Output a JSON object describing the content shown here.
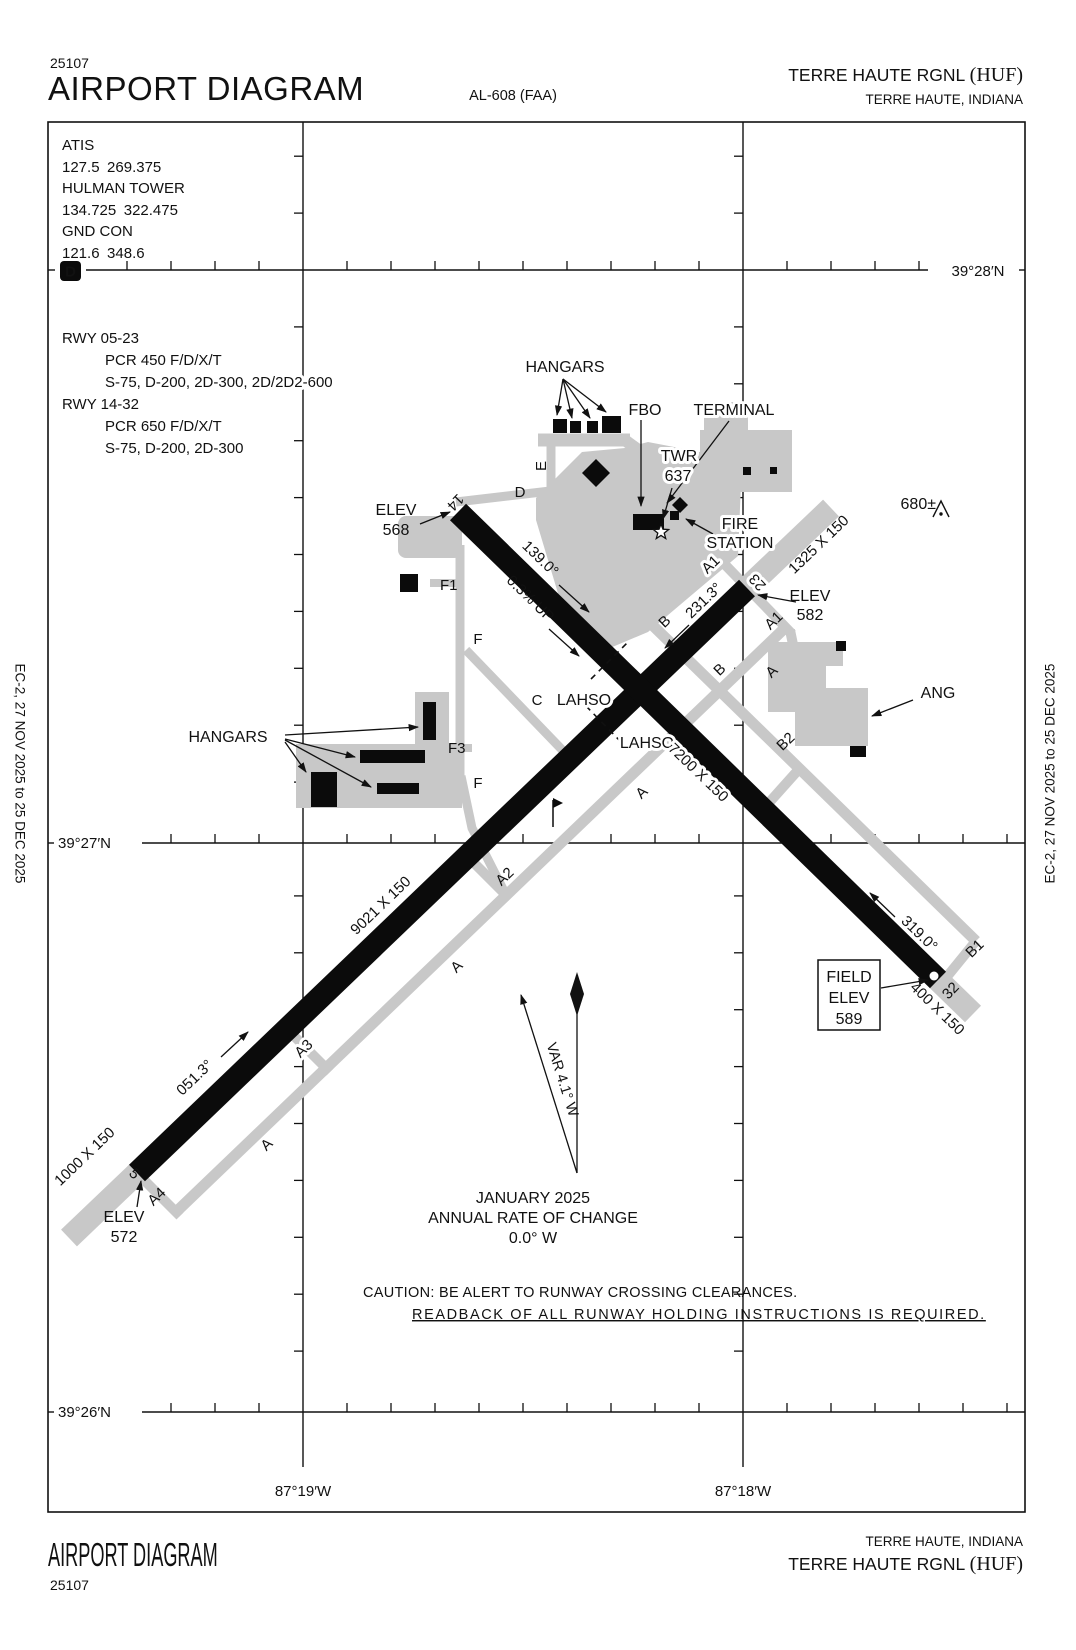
{
  "colors": {
    "pavement": "#c8c8c8",
    "runway": "#0b0b0b",
    "ink": "#111111"
  },
  "header": {
    "chart_number": "25107",
    "title": "AIRPORT DIAGRAM",
    "procedure_id": "AL-608 (FAA)",
    "airport_name": "TERRE HAUTE RGNL",
    "airport_code": "(HUF)",
    "city_state": "TERRE HAUTE, INDIANA"
  },
  "footer": {
    "chart_number": "25107",
    "title": "AIRPORT DIAGRAM",
    "airport_name": "TERRE HAUTE RGNL",
    "airport_code": "(HUF)",
    "city_state": "TERRE HAUTE, INDIANA"
  },
  "margins": {
    "left": "EC-2,  27 NOV 2025  to  25 DEC 2025",
    "right": "EC-2,  27 NOV 2025  to  25 DEC 2025"
  },
  "comms": {
    "atis_label": "ATIS",
    "atis_freq": "127.5 269.375",
    "twr_label": "HULMAN TOWER",
    "twr_freq": "134.725 322.475",
    "gnd_label": "GND CON",
    "gnd_freq": "121.6 348.6",
    "notam_d": "D"
  },
  "runway_data": {
    "l1": "RWY 05-23",
    "l2": "PCR 450 F/D/X/T",
    "l3": "S-75, D-200, 2D-300, 2D/2D2-600",
    "l4": "RWY 14-32",
    "l5": "PCR 650 F/D/X/T",
    "l6": "S-75, D-200, 2D-300"
  },
  "grid": {
    "lat_top": "39°28′N",
    "lat_mid": "39°27′N",
    "lat_bot": "39°26′N",
    "lon_left": "87°19′W",
    "lon_right": "87°18′W"
  },
  "map": {
    "hangars_north": "HANGARS",
    "hangars_west": "HANGARS",
    "fbo": "FBO",
    "terminal": "TERMINAL",
    "twr": "TWR",
    "twr_elev": "637",
    "fire1": "FIRE",
    "fire2": "STATION",
    "ang": "ANG",
    "obstruction": "680±",
    "elev14a": "ELEV",
    "elev14b": "568",
    "elev23a": "ELEV",
    "elev23b": "582",
    "elev05a": "ELEV",
    "elev05b": "572",
    "field1": "FIELD",
    "field2": "ELEV",
    "field3": "589",
    "rwy14": "14",
    "rwy32": "32",
    "rwy05": "5",
    "rwy23": "23",
    "hdg14": "139.0°",
    "slope14": "0.3% UP",
    "dim1432": "7200 X 150",
    "hdg32": "319.0°",
    "hdg05": "051.3°",
    "dim0523": "9021 X 150",
    "hdg23": "231.3°",
    "dim23ovr": "1325 X 150",
    "dim05ovr": "1000 X 150",
    "dim32ovr": "400 X 150",
    "lahso1": "LAHSO",
    "lahso2": "LAHSO",
    "var_label": "VAR 4.1° W",
    "mag1": "JANUARY 2025",
    "mag2": "ANNUAL RATE OF CHANGE",
    "mag3": "0.0° W",
    "caution1": "CAUTION: BE ALERT TO RUNWAY CROSSING CLEARANCES.",
    "caution2": "READBACK OF ALL RUNWAY HOLDING INSTRUCTIONS IS REQUIRED.",
    "twy": {
      "a1a": "A1",
      "a1b": "A1",
      "a2": "A2",
      "a3": "A3",
      "a4": "A4",
      "aa": "A",
      "ab": "A",
      "ac": "A",
      "ad": "A",
      "b1": "B1",
      "b2": "B2",
      "ba": "B",
      "bb": "B",
      "c": "C",
      "d": "D",
      "e": "E",
      "fa": "F",
      "fb": "F",
      "f1": "F1",
      "f3": "F3"
    }
  }
}
